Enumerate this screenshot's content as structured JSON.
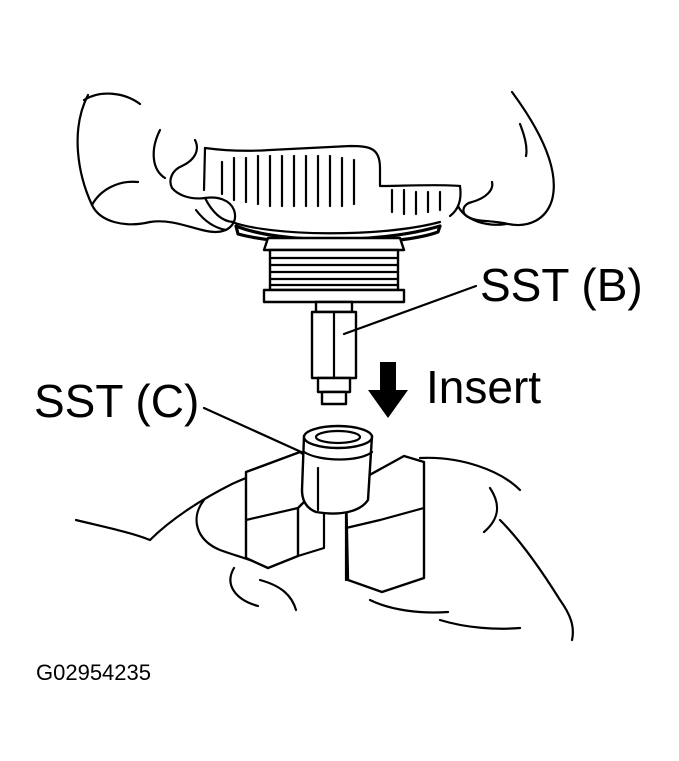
{
  "labels": {
    "sst_b": "SST (B)",
    "sst_c": "SST (C)",
    "insert": "Insert",
    "figure_code": "G02954235"
  },
  "colors": {
    "ink": "#000000",
    "background": "#ffffff"
  },
  "icons": {
    "insert_arrow": "down-arrow-icon"
  }
}
